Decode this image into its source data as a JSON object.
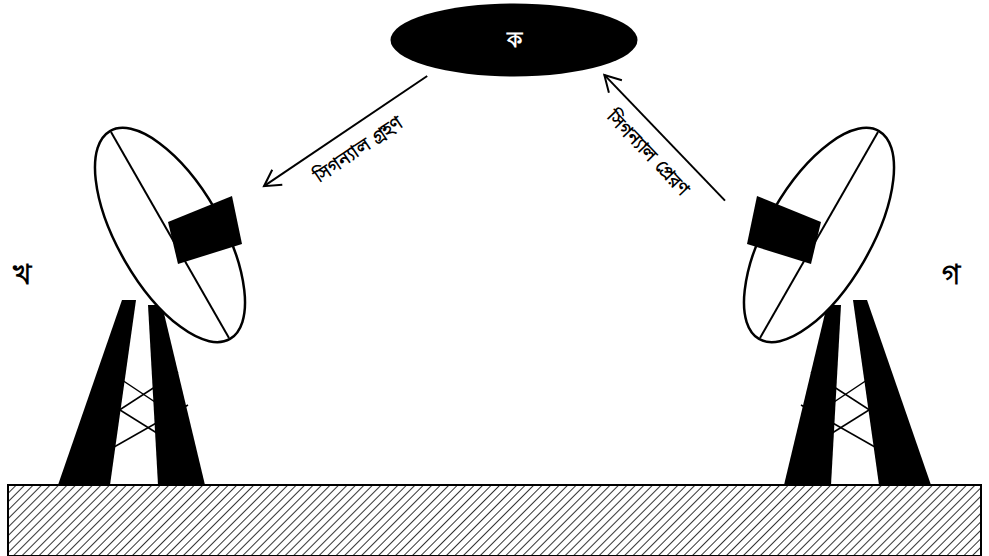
{
  "diagram": {
    "nodes": [
      {
        "text": [
          "ক"
        ]
      },
      {
        "text": [
          "খ"
        ]
      },
      {
        "text": [
          "গ"
        ]
      }
    ],
    "edges": [
      {
        "from": 0,
        "to": 1,
        "label": "সিগন্যাল গ্রহণ",
        "arrow": "to"
      },
      {
        "from": 2,
        "to": 0,
        "label": "সিগন্যাল প্রেরণ",
        "arrow": "to"
      }
    ]
  }
}
